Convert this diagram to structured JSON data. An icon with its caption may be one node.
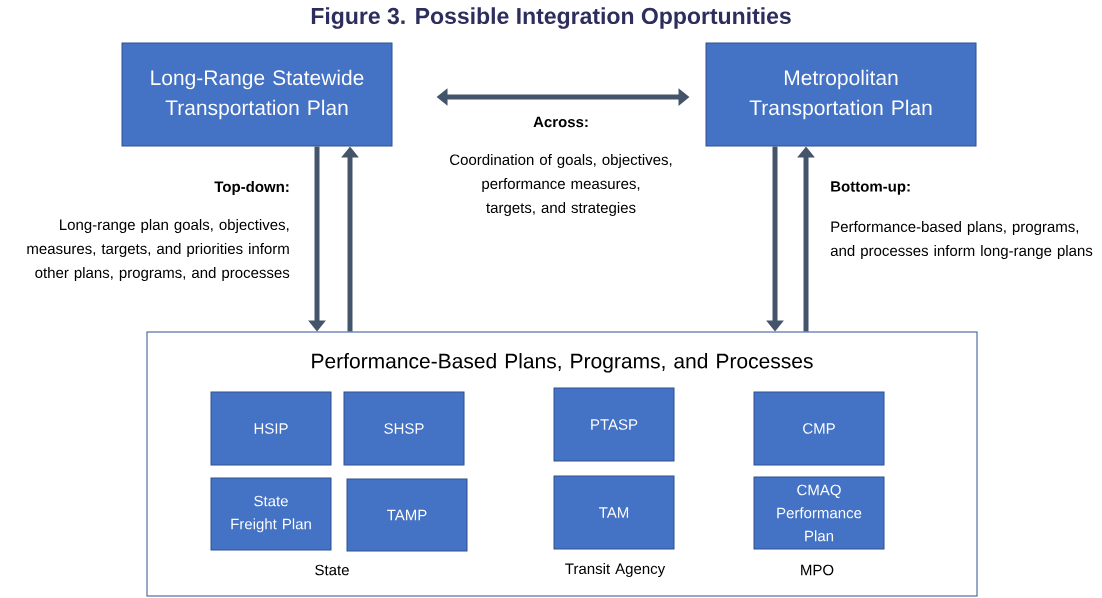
{
  "diagram": {
    "title": "Figure 3. Possible Integration Opportunities",
    "nodes": [
      {
        "text": [
          "Long-Range Statewide Transportation Plan"
        ]
      },
      {
        "text": [
          "Metropolitan Transportation Plan"
        ]
      },
      {
        "text": [
          "Performance-Based Plans, Programs, and Processes"
        ]
      },
      {
        "text": [
          "HSIP"
        ],
        "in": 2
      },
      {
        "text": [
          "SHSP"
        ],
        "in": 2
      },
      {
        "text": [
          "PTASP"
        ],
        "in": 2
      },
      {
        "text": [
          "CMP"
        ],
        "in": 2
      },
      {
        "text": [
          "State Freight Plan"
        ],
        "in": 2
      },
      {
        "text": [
          "TAMP"
        ],
        "in": 2
      },
      {
        "text": [
          "TAM"
        ],
        "in": 2
      },
      {
        "text": [
          "CMAQ Performance Plan"
        ],
        "in": 2
      }
    ],
    "edges": [
      {
        "from": 0,
        "to": 1,
        "arrow": "both"
      },
      {
        "from": 0,
        "to": 2,
        "arrow": "to"
      },
      {
        "from": 2,
        "to": 0,
        "arrow": "to"
      },
      {
        "from": 1,
        "to": 2,
        "arrow": "to"
      },
      {
        "from": 2,
        "to": 1,
        "arrow": "to"
      }
    ],
    "labels": [
      "Across:",
      "Coordination of goals, objectives, performance measures, targets, and strategies",
      "Top-down:",
      "Long-range plan goals, objectives, measures, targets, and priorities inform other plans, programs, and processes",
      "Bottom-up:",
      "Performance-based plans, programs, and processes inform long-range plans",
      "State",
      "Transit Agency",
      "MPO"
    ]
  }
}
